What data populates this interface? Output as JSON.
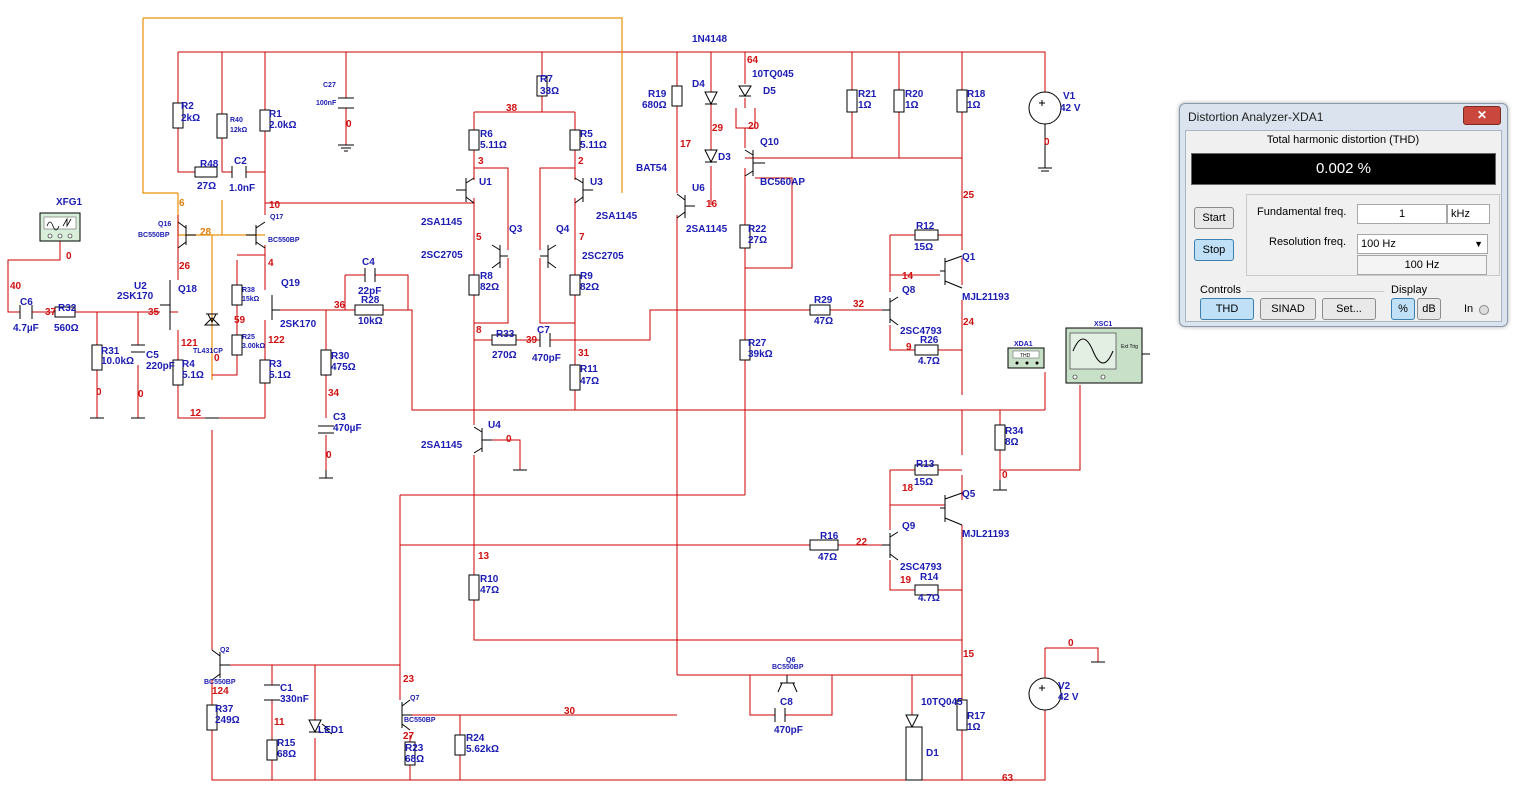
{
  "window": {
    "title": "Distortion Analyzer-XDA1",
    "close_glyph": "✕",
    "thd_header": "Total harmonic distortion (THD)",
    "thd_value": "0.002 %",
    "start_label": "Start",
    "stop_label": "Stop",
    "fundamental_label": "Fundamental freq.",
    "fundamental_value": "1",
    "fundamental_unit": "kHz",
    "resolution_label": "Resolution freq.",
    "resolution_value": "100 Hz",
    "resolution_readout": "100 Hz",
    "controls_label": "Controls",
    "thd_button": "THD",
    "sinad_button": "SINAD",
    "set_button": "Set...",
    "display_label": "Display",
    "percent_button": "%",
    "db_button": "dB",
    "in_label": "In"
  },
  "schematic": {
    "labels": {
      "d_1n4148": "1N4148",
      "n64": "64",
      "d5_part": "10TQ045",
      "d5": "D5",
      "r7": "R7",
      "r7v": "33Ω",
      "c27": "C27",
      "c27v": "100nF",
      "n0_c27": "0",
      "r2": "R2",
      "r2v": "2kΩ",
      "r40": "R40",
      "r40v": "12kΩ",
      "r1": "R1",
      "r1v": "2.0kΩ",
      "n38": "38",
      "r6": "R6",
      "r6v": "5.11Ω",
      "r5": "R5",
      "r5v": "5.11Ω",
      "n3": "3",
      "n2": "2",
      "r19": "R19",
      "r19v": "680Ω",
      "d4": "D4",
      "n29": "29",
      "n20": "20",
      "q10": "Q10",
      "q10p": "BC560AP",
      "d3": "D3",
      "n17": "17",
      "bat54": "BAT54",
      "u6": "U6",
      "n16": "16",
      "r21": "R21",
      "r21v": "1Ω",
      "r20": "R20",
      "r20v": "1Ω",
      "r18": "R18",
      "r18v": "1Ω",
      "v1": "V1",
      "v1v": "42 V",
      "n0_v1": "0",
      "n25": "25",
      "r48": "R48",
      "r48v": "27Ω",
      "c2": "C2",
      "c2v": "1.0nF",
      "n6": "6",
      "n10": "10",
      "u1": "U1",
      "u3": "U3",
      "sa1145_u1": "2SA1145",
      "sa1145_u3": "2SA1145",
      "xfg1": "XFG1",
      "q16": "Q16",
      "q16p": "BC550BP",
      "n28": "28",
      "q17": "Q17",
      "q17p": "BC550BP",
      "q3": "Q3",
      "q4": "Q4",
      "n5": "5",
      "n7": "7",
      "sc2705_q3": "2SC2705",
      "sc2705_q4": "2SC2705",
      "sa1145_u6": "2SA1145",
      "r22": "R22",
      "r22v": "27Ω",
      "r12": "R12",
      "r12v": "15Ω",
      "q1": "Q1",
      "n0_xfg": "0",
      "n26": "26",
      "n4": "4",
      "r8": "R8",
      "r8v": "82Ω",
      "r9": "R9",
      "r9v": "82Ω",
      "c4": "C4",
      "c4v": "22pF",
      "n14": "14",
      "q8": "Q8",
      "mjl_q1": "MJL21193",
      "n40": "40",
      "u2": "U2",
      "u2p": "2SK170",
      "q18": "Q18",
      "r38": "R38",
      "r38v": "15kΩ",
      "q19": "Q19",
      "r28": "R28",
      "r28v": "10kΩ",
      "n36": "36",
      "r29": "R29",
      "r29v": "47Ω",
      "n32": "32",
      "c6": "C6",
      "c6v": "4.7µF",
      "n37": "37",
      "r32": "R32",
      "r32v": "560Ω",
      "n35": "35",
      "n59": "59",
      "sk170_q19": "2SK170",
      "n8": "8",
      "c7": "C7",
      "n24": "24",
      "sc4793_q8": "2SC4793",
      "n121": "121",
      "tl431": "TL431CP",
      "r25": "R25",
      "r25v": "3.00kΩ",
      "n122": "122",
      "r33": "R33",
      "r33v": "270Ω",
      "n39": "39",
      "c7v": "470pF",
      "n31": "31",
      "n9": "9",
      "r26": "R26",
      "r26v": "4.7Ω",
      "xda1": "XDA1",
      "xda_box": "THD",
      "xsc1": "XSC1",
      "r31": "R31",
      "r31v": "10.0kΩ",
      "c5": "C5",
      "c5v": "220pF",
      "r4": "R4",
      "r4v": "5.1Ω",
      "n0_d": "0",
      "r3": "R3",
      "r3v": "5.1Ω",
      "r30": "R30",
      "r30v": "475Ω",
      "r27": "R27",
      "r27v": "39kΩ",
      "r11": "R11",
      "r11v": "47Ω",
      "n0_r31": "0",
      "n0_c5": "0",
      "n34": "34",
      "n12": "12",
      "c3": "C3",
      "c3v": "470µF",
      "u4": "U4",
      "n0_u4": "0",
      "r34": "R34",
      "r34v": "8Ω",
      "sa1145_u4": "2SA1145",
      "n0_c3": "0",
      "n0_r34": "0",
      "r13": "R13",
      "r13v": "15Ω",
      "n18": "18",
      "q5": "Q5",
      "q9": "Q9",
      "mjl_q5": "MJL21193",
      "r16": "R16",
      "r16v": "47Ω",
      "n22": "22",
      "n13": "13",
      "r10": "R10",
      "r10v": "47Ω",
      "sc4793_q9": "2SC4793",
      "n19": "19",
      "r14": "R14",
      "r14v": "4.7Ω",
      "n0_v2": "0",
      "q2": "Q2",
      "q2p": "BC550BP",
      "n15": "15",
      "q6": "Q6",
      "q6p": "BC550BP",
      "v2": "V2",
      "v2v": "42 V",
      "n124": "124",
      "c1": "C1",
      "c1v": "330nF",
      "n23": "23",
      "c8": "C8",
      "c8v": "470pF",
      "d1_part": "10TQ045",
      "q7": "Q7",
      "q7p": "BC550BP",
      "r37": "R37",
      "r37v": "249Ω",
      "n11": "11",
      "led1": "LED1",
      "n30": "30",
      "r17": "R17",
      "r17v": "1Ω",
      "n27": "27",
      "r24": "R24",
      "r24v": "5.62kΩ",
      "d1": "D1",
      "r15": "R15",
      "r15v": "68Ω",
      "r23": "R23",
      "r23v": "68Ω",
      "n63": "63"
    }
  }
}
